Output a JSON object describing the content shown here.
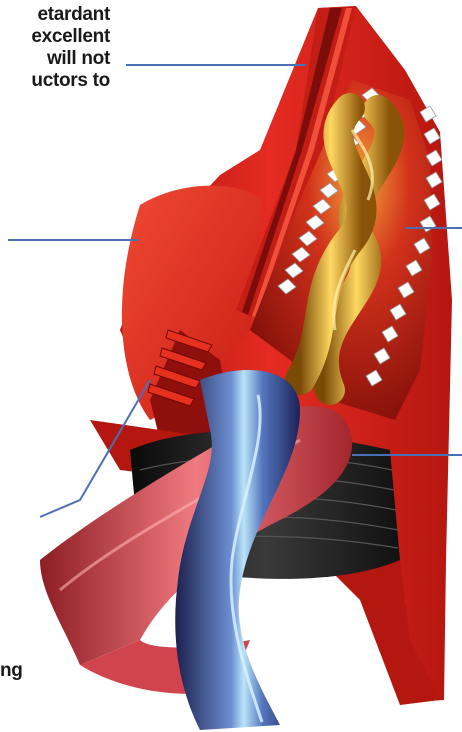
{
  "labels": {
    "top_lines": [
      "etardant",
      "excellent",
      "will not",
      "uctors to"
    ],
    "bottom_line": "ng"
  },
  "colors": {
    "leader_line": "#4a6fb5",
    "housing_red": "#d8261e",
    "housing_dark": "#8f0f0c",
    "copper_gold": "#e4a82a",
    "blue_wire": "#3a4c9c",
    "red_wire": "#e0545e",
    "spring_white": "#ffffff"
  },
  "icons": {
    "connector": "wire-connector-cutaway-illustration"
  }
}
